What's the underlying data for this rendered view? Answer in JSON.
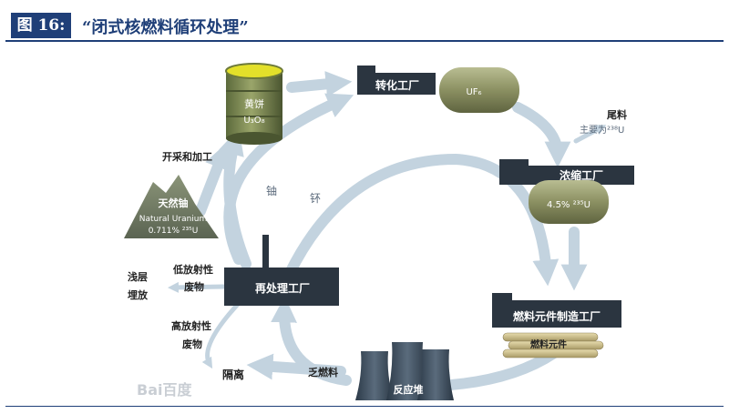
{
  "figure": {
    "label": "图 16:",
    "title": "“闭式核燃料循环处理”"
  },
  "nodes": {
    "yellowcake": {
      "label": "黄饼",
      "formula": "U₃O₈"
    },
    "conversion": {
      "label": "转化工厂",
      "tank": "UF₆"
    },
    "tails": {
      "label": "尾料",
      "note": "主要为²³⁸U"
    },
    "enrichment": {
      "label": "浓缩工厂",
      "tank": "4.5% ²³⁵U"
    },
    "fabrication": {
      "label": "燃料元件制造工厂",
      "rods": "燃料元件"
    },
    "reactor": {
      "label": "反应堆"
    },
    "reprocessing": {
      "label": "再处理工厂"
    },
    "natural_uranium": {
      "name_cn": "天然铀",
      "name_en": "Natural Uranium",
      "assay": "0.711% ²³⁵U"
    }
  },
  "edges": {
    "mining": "开采和加工",
    "low_level_1": "低放射性",
    "low_level_2": "废物",
    "shallow_1": "浅层",
    "shallow_2": "埋放",
    "high_level_1": "高放射性",
    "high_level_2": "废物",
    "isolation": "隔离",
    "spent_fuel": "乏燃料",
    "uranium": "铀",
    "plutonium": "钚"
  },
  "watermark": "Bai百度"
}
